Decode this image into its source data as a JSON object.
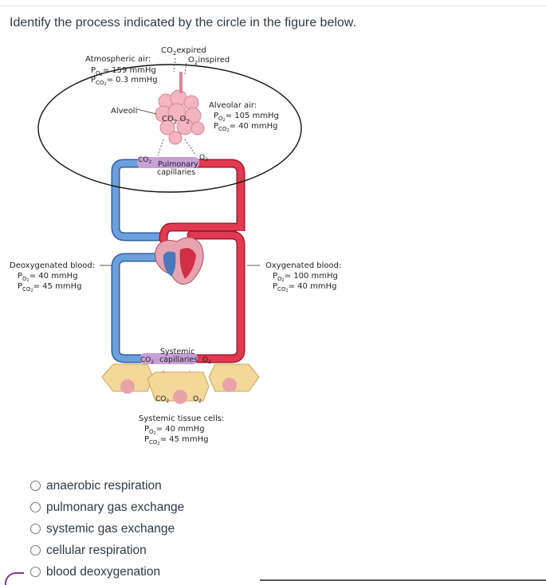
{
  "question": "Identify the process indicated by the circle in the figure below.",
  "figure": {
    "atm_title": "Atmospheric air:",
    "atm_po2": "P",
    "atm_po2_sub": "O",
    "atm_po2_val": "= 159 mmHg",
    "atm_pco2_val": "= 0.3 mmHg",
    "co2_expired": "CO",
    "co2_expired_tail": "expired",
    "o2_inspired": "O",
    "o2_inspired_tail": "inspired",
    "alveoli": "Alveoli",
    "alveolar_title": "Alveolar air:",
    "alv_po2_val": "= 105 mmHg",
    "alv_pco2_val": "= 40 mmHg",
    "pulmonary": "Pulmonary",
    "pulmonary_cap": "capillaries",
    "co2": "CO",
    "o2": "O",
    "deoxy_title": "Deoxygenated blood:",
    "deoxy_po2_val": "= 40 mmHg",
    "deoxy_pco2_val": "= 45 mmHg",
    "oxy_title": "Oxygenated blood:",
    "oxy_po2_val": "= 100 mmHg",
    "oxy_pco2_val": "= 40 mmHg",
    "systemic": "Systemic",
    "systemic_cap": "capillaries",
    "tissue_title": "Systemic tissue cells:",
    "tissue_po2_val": "= 40 mmHg",
    "tissue_pco2_val": "= 45 mmHg",
    "sub_2": "2",
    "sub_o2": "O2",
    "sub_co2": "CO2"
  },
  "options": [
    "anaerobic respiration",
    "pulmonary gas exchange",
    "systemic gas exchange",
    "cellular respiration",
    "blood deoxygenation"
  ],
  "colors": {
    "oxygenated": "#e03a52",
    "deoxygenated": "#5b8fd0",
    "alveoli": "#f3b5c0",
    "cells": "#f3d89a"
  }
}
